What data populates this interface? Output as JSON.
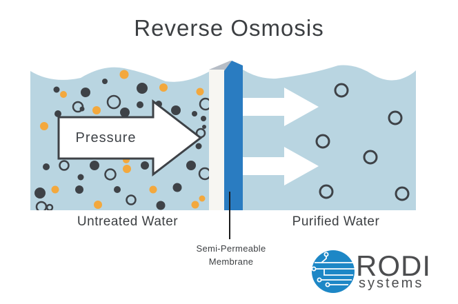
{
  "title": "Reverse Osmosis",
  "labels": {
    "pressure": "Pressure",
    "untreated": "Untreated Water",
    "purified": "Purified Water",
    "membrane_line1": "Semi-Permeable",
    "membrane_line2": "Membrane"
  },
  "logo": {
    "name": "RODI",
    "subtitle": "systems"
  },
  "colors": {
    "water": "#b9d5e1",
    "particle_dark": "#3e4247",
    "particle_orange": "#f3a83d",
    "membrane_blue": "#2a7cc1",
    "membrane_face": "#f7f6f2",
    "membrane_cap": "#b6bdc6",
    "arrow_white": "#ffffff",
    "pointer_line": "#1a1a1a",
    "logo_blue": "#1d87c6",
    "text": "#3c3f42",
    "logo_text": "#4c4d4f"
  },
  "particles": {
    "untreated": {
      "dark": [
        [
          82,
          130,
          4.5
        ],
        [
          124,
          134,
          7
        ],
        [
          152,
          118,
          4
        ],
        [
          206,
          128,
          8
        ],
        [
          203,
          152,
          5
        ],
        [
          119,
          158,
          3.5
        ],
        [
          84,
          165,
          5
        ],
        [
          181,
          163,
          7
        ],
        [
          230,
          151,
          5
        ],
        [
          255,
          160,
          7
        ],
        [
          282,
          165,
          4
        ],
        [
          295,
          172,
          4
        ],
        [
          296,
          184,
          3
        ],
        [
          288,
          212,
          4.5
        ],
        [
          277,
          240,
          7
        ],
        [
          67,
          242,
          5
        ],
        [
          137,
          240,
          7
        ],
        [
          117,
          257,
          4.5
        ],
        [
          210,
          240,
          6
        ],
        [
          115,
          275,
          6
        ],
        [
          58,
          280,
          8
        ],
        [
          170,
          275,
          5
        ],
        [
          233,
          298,
          6.5
        ],
        [
          257,
          272,
          6.5
        ]
      ],
      "orange": [
        [
          92,
          137,
          5
        ],
        [
          180,
          108,
          6.5
        ],
        [
          237,
          127,
          6
        ],
        [
          290,
          133,
          5.5
        ],
        [
          140,
          160,
          6
        ],
        [
          64,
          183,
          6
        ],
        [
          183,
          232,
          5
        ],
        [
          184,
          245,
          6
        ],
        [
          80,
          275,
          5.5
        ],
        [
          222,
          275,
          5.5
        ],
        [
          142,
          297,
          6
        ],
        [
          283,
          297,
          5.5
        ],
        [
          293,
          288,
          4.5
        ]
      ],
      "hollow": [
        [
          113,
          155,
          7
        ],
        [
          165,
          148,
          9
        ],
        [
          298,
          151,
          8
        ],
        [
          93,
          240,
          6.5
        ],
        [
          160,
          253,
          7.5
        ],
        [
          190,
          290,
          6.5
        ],
        [
          297,
          252,
          8
        ],
        [
          60,
          300,
          7
        ],
        [
          72,
          301,
          4
        ],
        [
          291,
          193,
          6
        ]
      ]
    },
    "purified": {
      "hollow": [
        [
          495,
          131,
          9
        ],
        [
          573,
          171,
          9
        ],
        [
          468,
          205,
          9
        ],
        [
          537,
          228,
          9
        ],
        [
          473,
          278,
          9
        ],
        [
          583,
          281,
          9
        ]
      ]
    }
  }
}
